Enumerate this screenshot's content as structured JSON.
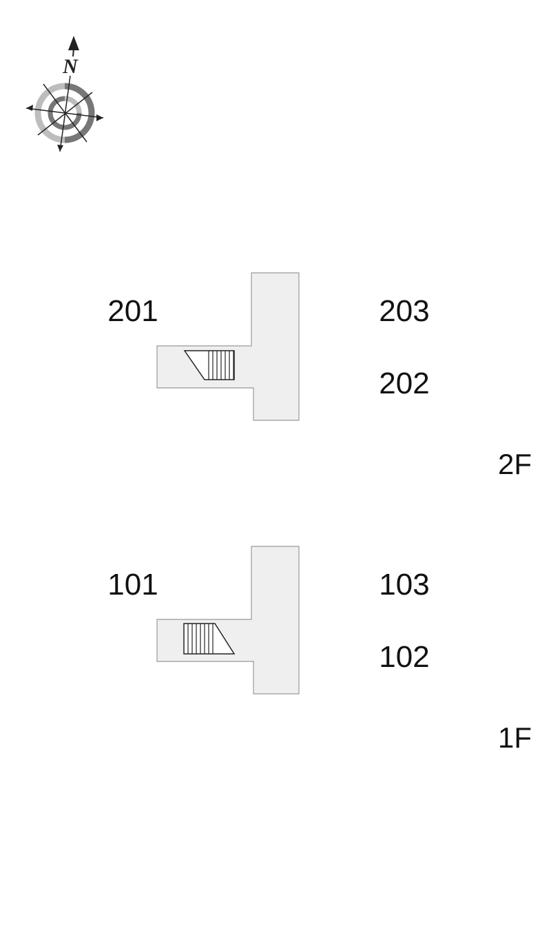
{
  "compass": {
    "north_label": "N"
  },
  "floors": [
    {
      "label": "2F",
      "units": {
        "left": "201",
        "right_top": "203",
        "right_bottom": "202"
      }
    },
    {
      "label": "1F",
      "units": {
        "left": "101",
        "right_top": "103",
        "right_bottom": "102"
      }
    }
  ],
  "colors": {
    "wall": "#111111",
    "corridor": "#efefef",
    "outline": "#999999"
  }
}
